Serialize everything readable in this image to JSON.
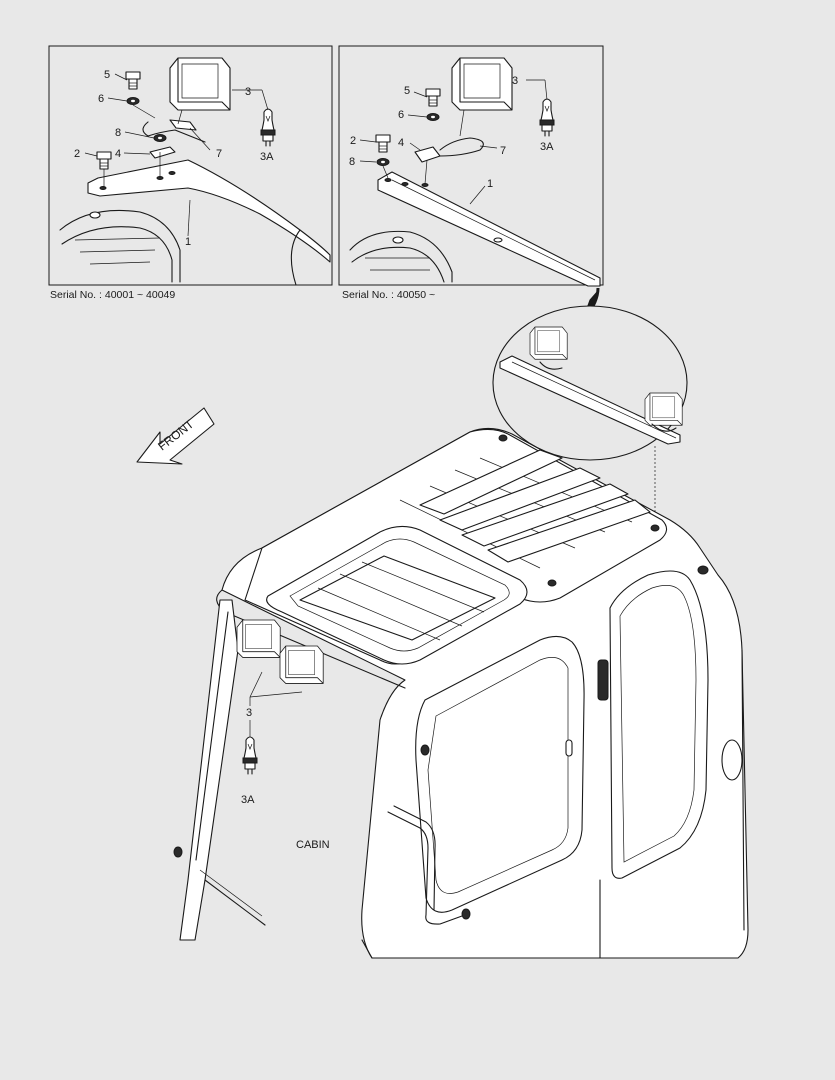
{
  "panels": [
    {
      "serial": "Serial No. : 40001 ~ 40049",
      "labels": [
        "5",
        "6",
        "3",
        "3A",
        "8",
        "7",
        "2",
        "4",
        "1"
      ]
    },
    {
      "serial": "Serial No. : 40050 ~",
      "labels": [
        "5",
        "6",
        "3",
        "3A",
        "2",
        "4",
        "7",
        "8",
        "1"
      ]
    }
  ],
  "main": {
    "front_label": "FRONT",
    "cabin_label": "CABIN",
    "lamp_callout": "3",
    "bulb_callout": "3A"
  },
  "colors": {
    "background": "#e8e8e8",
    "line": "#1a1a1a",
    "fill": "#ffffff"
  }
}
